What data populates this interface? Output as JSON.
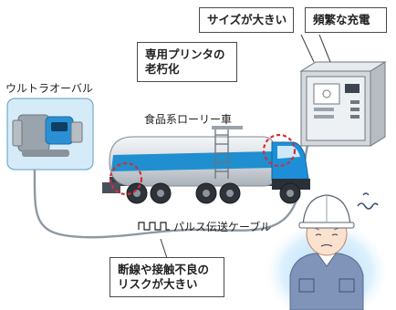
{
  "callouts": {
    "size_big": "サイズが大きい",
    "frequent_charge": "頻繁な充電",
    "printer_line1": "専用プリンタの",
    "printer_line2": "老朽化",
    "risk_line1": "断線や接触不良の",
    "risk_line2": "リスクが大きい"
  },
  "labels": {
    "oval_meter": "ウルトラオーバル",
    "tanker": "食品系ローリー車",
    "pulse_cable": "パルス伝送ケーブル"
  },
  "colors": {
    "tank_stripe": "#1f8fd0",
    "cab": "#1d8fd8",
    "frame": "#3a3f4a",
    "highlight_ring": "#d0303a",
    "meter_blue": "#2b8fd4",
    "meter_box": "#cfe6f6",
    "worker_shirt": "#7f94b8",
    "worker_glow": "#bfe3fb"
  },
  "icons": [
    "ultra-oval-meter-icon",
    "tanker-truck-icon",
    "printer-cabinet-icon",
    "worker-icon",
    "pulse-signal-icon",
    "stress-squiggle-icon"
  ]
}
